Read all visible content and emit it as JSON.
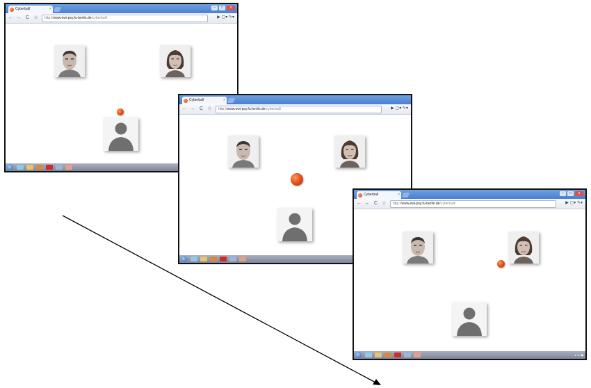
{
  "browser": {
    "tab_title": "Cyberball",
    "tab_close": "×",
    "url_scheme": "http://",
    "url_host": "www.ewi-psy.fu-berlin.de",
    "url_path": "/cyberball/",
    "nav": {
      "back": "←",
      "forward": "→",
      "reload": "C",
      "star": "☆"
    },
    "tools": {
      "go": "▶",
      "page_menu": "▢▾",
      "wrench": "✎▾"
    },
    "window_controls": {
      "minimize": "–",
      "maximize": "□",
      "close": "x"
    }
  },
  "screenshots": [
    {
      "name": "frame-1"
    },
    {
      "name": "frame-2"
    },
    {
      "name": "frame-3",
      "tray_text": "▸ ◂ ▪ ◼"
    }
  ],
  "colors": {
    "ball": "#e4561c",
    "titlebar": "#5b8fd8",
    "taskbar": "#8a90a3",
    "self_avatar": "#6f6f6f"
  },
  "icons": [
    "favicon-ball-icon",
    "back-arrow-icon",
    "forward-arrow-icon",
    "reload-icon",
    "star-icon",
    "wrench-icon",
    "windows-start-icon",
    "silhouette-avatar-icon"
  ]
}
